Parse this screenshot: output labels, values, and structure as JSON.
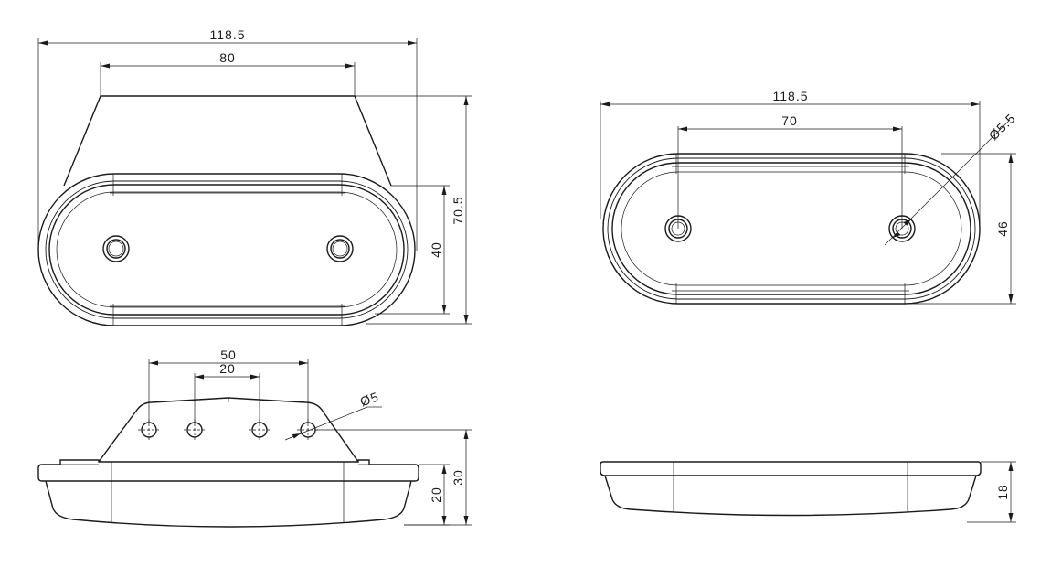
{
  "colors": {
    "line": "#1a1a1a",
    "background": "#ffffff"
  },
  "views": {
    "top_left": {
      "dims": {
        "overall_width": "118.5",
        "base_width": "80",
        "height_total": "70.5",
        "height_body": "40"
      }
    },
    "top_right": {
      "dims": {
        "overall_width": "118.5",
        "hole_spacing": "70",
        "hole_diameter": "Ø5.5",
        "height": "46"
      }
    },
    "side_left": {
      "dims": {
        "outer_hole_spacing": "50",
        "inner_hole_spacing": "20",
        "hole_diameter": "Ø5",
        "height_body": "20",
        "height_total": "30"
      }
    },
    "side_right": {
      "dims": {
        "height": "18"
      }
    }
  }
}
